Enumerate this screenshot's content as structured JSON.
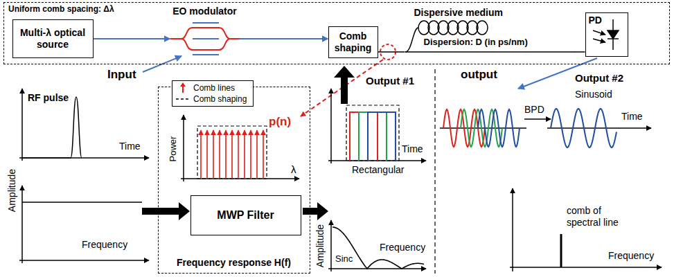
{
  "diagram": {
    "nodes": [
      {
        "text": [
          "Uniform comb spacing: Δλ"
        ]
      },
      {
        "text": [
          "Multi-λ optical source"
        ],
        "in": 0
      },
      {
        "text": [
          "EO modulator"
        ],
        "in": 0
      },
      {
        "text": [
          "Comb shaping"
        ],
        "in": 0
      },
      {
        "text": [
          "Dispersive medium",
          "Dispersion: D (in ps/nm)"
        ],
        "in": 0
      },
      {
        "text": [
          "PD"
        ],
        "in": 0
      },
      {
        "text": [
          "Frequency response H(f)"
        ]
      },
      {
        "text": [
          "MWP Filter"
        ],
        "in": 6
      }
    ],
    "edges": [
      {
        "from": 1,
        "to": 2,
        "arrow": "to"
      },
      {
        "from": 2,
        "to": 3,
        "arrow": "to"
      },
      {
        "from": 3,
        "to": 4,
        "arrow": "none"
      },
      {
        "from": 4,
        "to": 5,
        "arrow": "none"
      }
    ],
    "labels": [
      "Input",
      "RF pulse",
      "Time",
      "Amplitude",
      "Frequency",
      "Power",
      "λ",
      "p(n)",
      "Output #1",
      "Time",
      "Rectangular",
      "Amplitude",
      "Sinc",
      "Frequency",
      "output",
      "Output #2",
      "Sinusoid",
      "BPD",
      "Time",
      "comb of spectral line",
      "Frequency"
    ],
    "legend": [
      {
        "text": "Comb lines"
      },
      {
        "text": "Comb shaping"
      }
    ]
  }
}
